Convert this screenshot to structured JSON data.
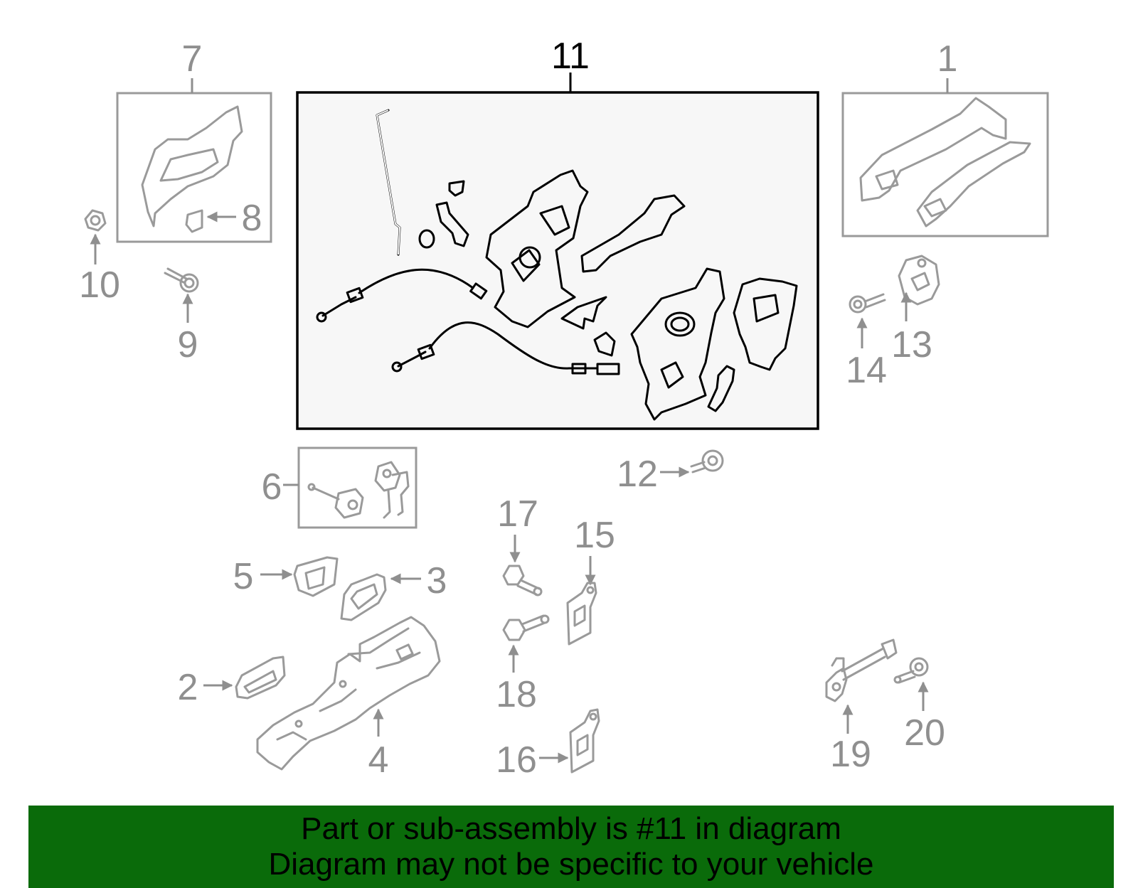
{
  "callouts": {
    "c1": "1",
    "c2": "2",
    "c3": "3",
    "c4": "4",
    "c5": "5",
    "c6": "6",
    "c7": "7",
    "c8": "8",
    "c9": "9",
    "c10": "10",
    "c11": "11",
    "c12": "12",
    "c13": "13",
    "c14": "14",
    "c15": "15",
    "c16": "16",
    "c17": "17",
    "c18": "18",
    "c19": "19",
    "c20": "20"
  },
  "highlighted_callout": "11",
  "banner": {
    "line1": "Part or sub-assembly is #11 in diagram",
    "line2": "Diagram may not be specific to your vehicle"
  },
  "colors": {
    "banner_background": "#0a6b0a",
    "highlighted_part": "#000000",
    "other_parts": "#9a9a9a"
  }
}
